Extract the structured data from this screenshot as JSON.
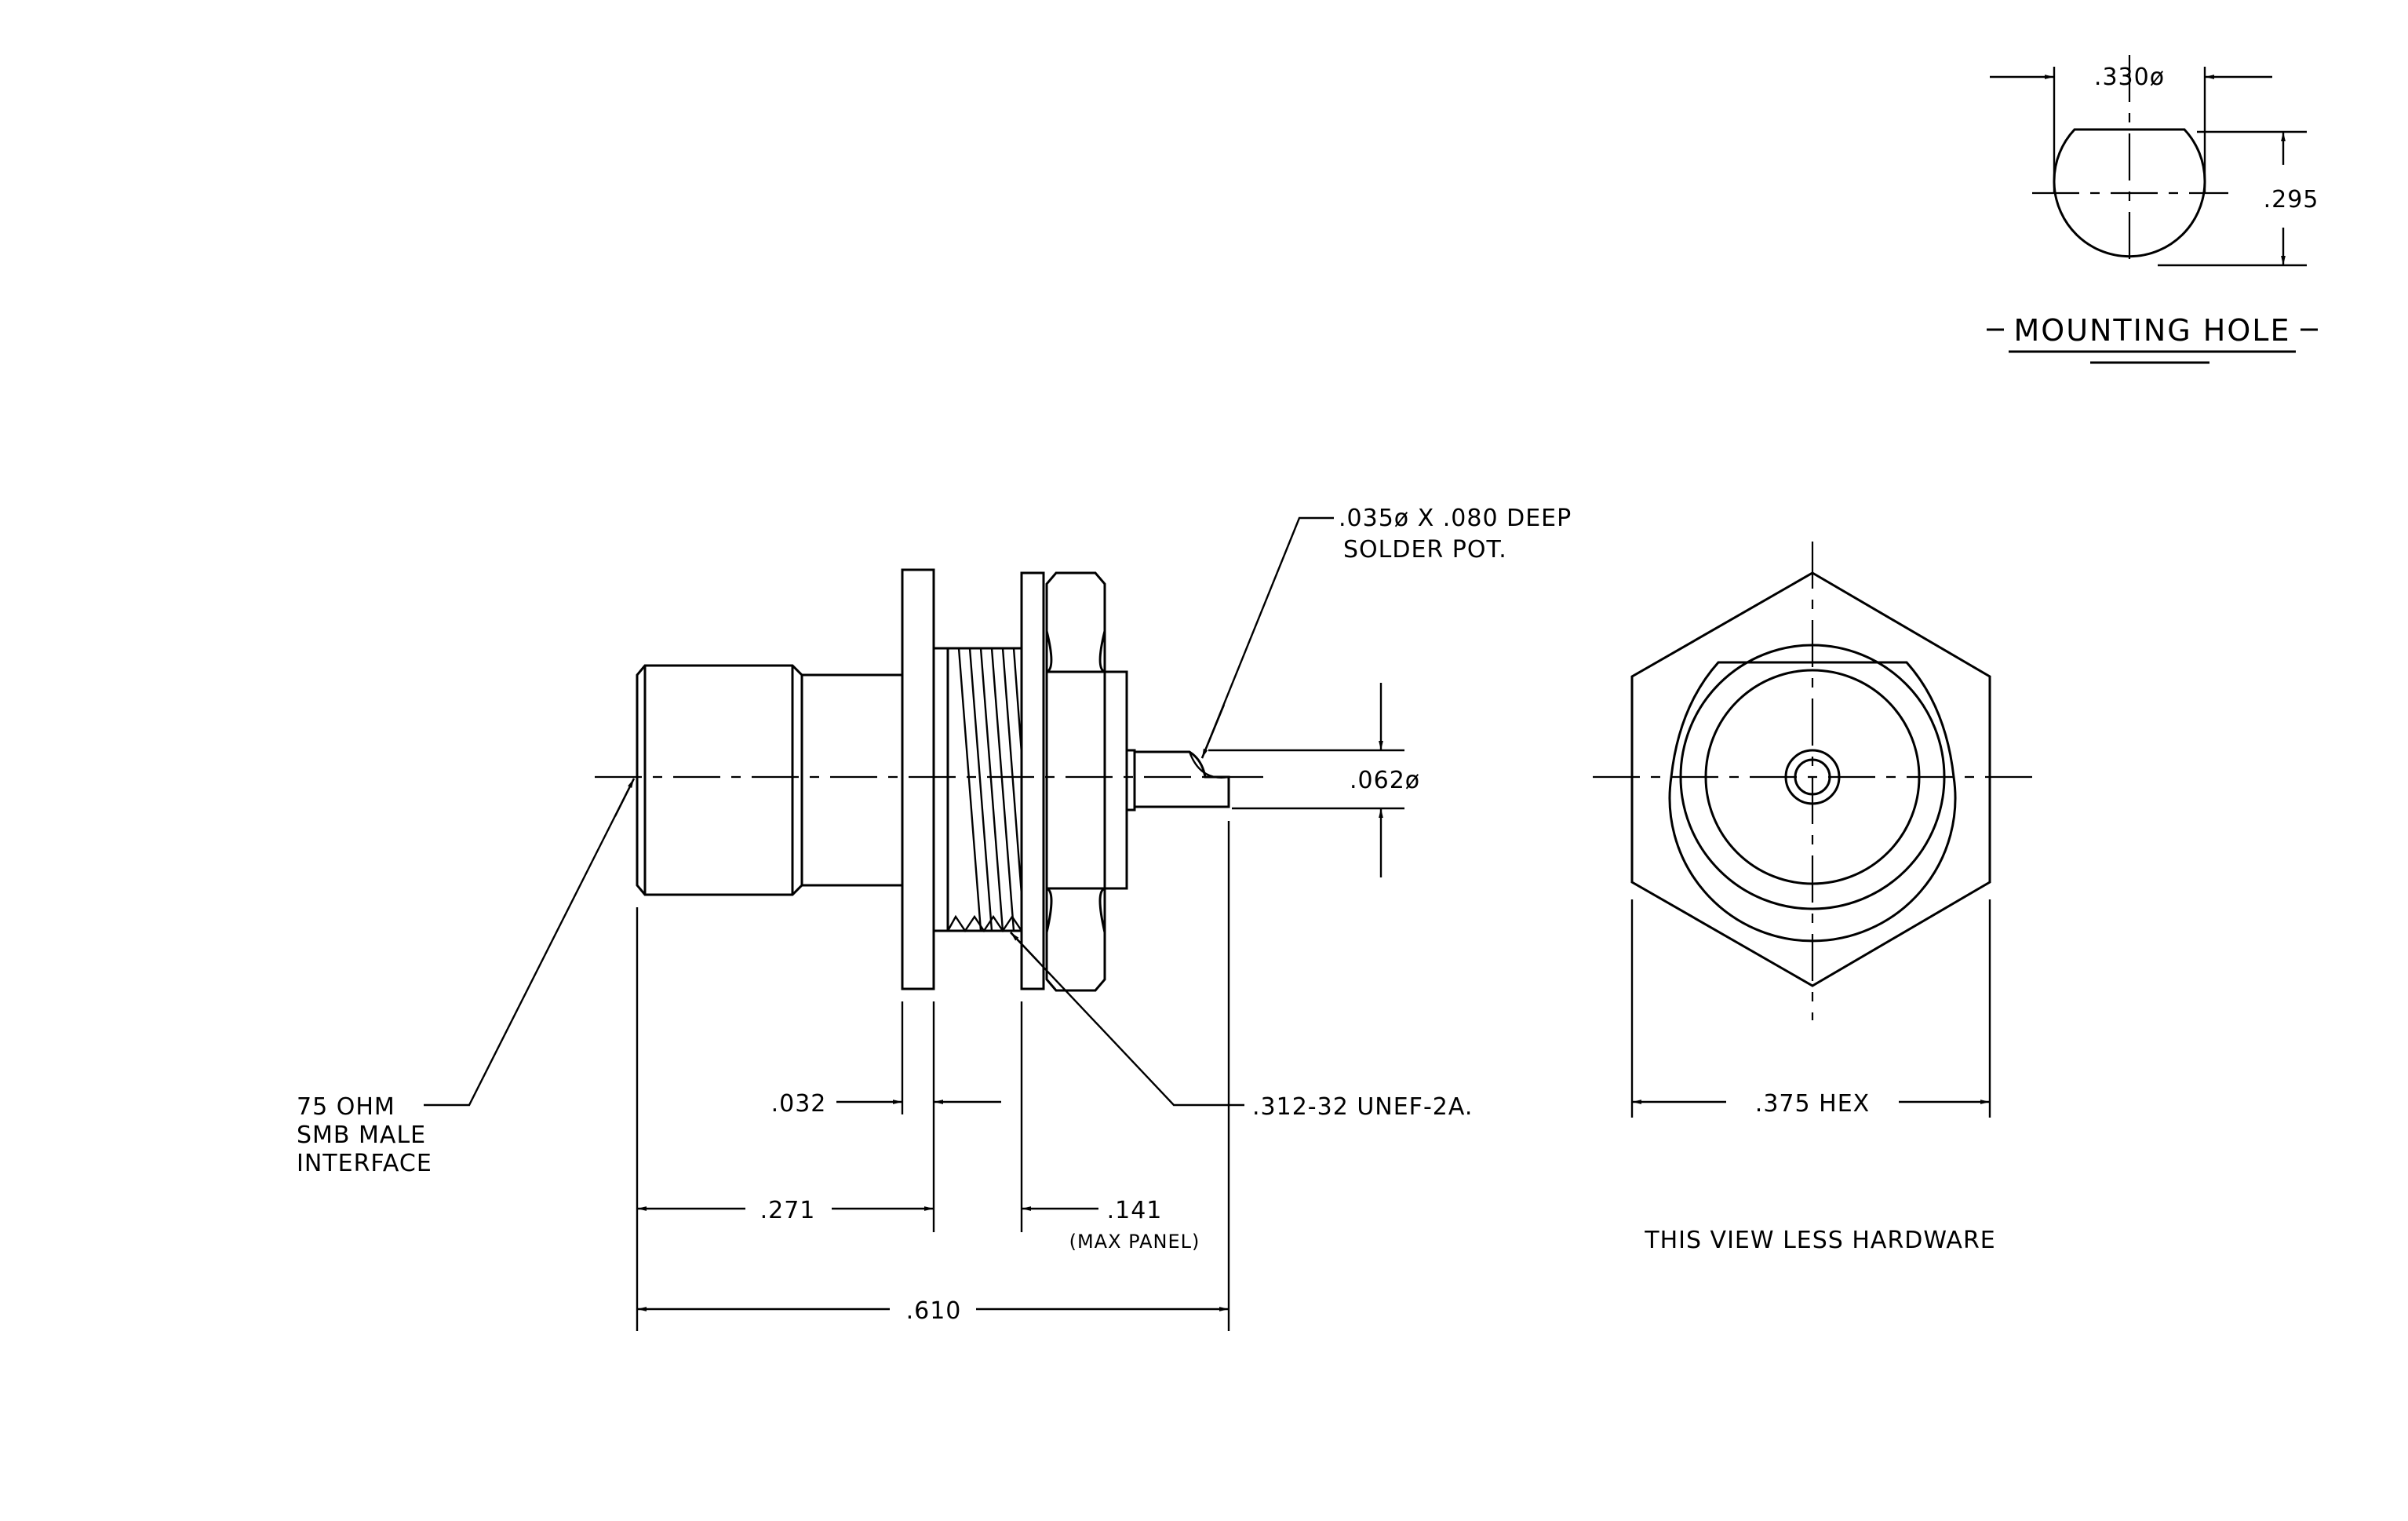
{
  "mounting_hole": {
    "title": "MOUNTING HOLE",
    "dim_width": ".330ø",
    "dim_height": ".295"
  },
  "side_view": {
    "callout_solder_pot_line1": ".035ø X .080 DEEP",
    "callout_solder_pot_line2": "SOLDER POT.",
    "dim_contact_dia": ".062ø",
    "callout_interface_line1": "75 OHM",
    "callout_interface_line2": "SMB MALE",
    "callout_interface_line3": "INTERFACE",
    "dim_flange": ".032",
    "callout_thread": ".312-32 UNEF-2A.",
    "dim_body_length": ".271",
    "dim_max_panel": ".141",
    "dim_max_panel_note": "(MAX PANEL)",
    "dim_overall": ".610"
  },
  "end_view": {
    "dim_hex": ".375 HEX",
    "note": "THIS VIEW LESS HARDWARE"
  }
}
